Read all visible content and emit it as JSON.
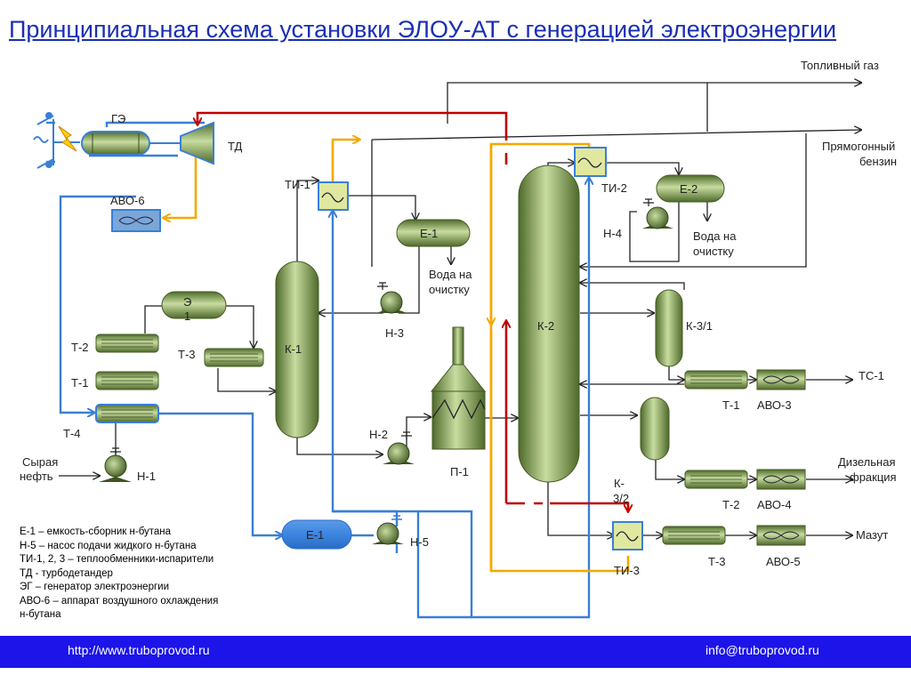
{
  "title": "Принципиальная схема установки ЭЛОУ-АТ с генерацией электроэнергии",
  "labels": {
    "ge": "ГЭ",
    "td": "ТД",
    "avo6": "АВО-6",
    "ti1": "ТИ-1",
    "ti2": "ТИ-2",
    "ti3": "ТИ-3",
    "e1_top": "Е-1",
    "e1_bottom": "Е-1",
    "e2": "Е-2",
    "e_line1": "Э",
    "e_line2": "1",
    "k1": "К-1",
    "k2": "К-2",
    "k31": "К-3/1",
    "k32_line1": "К-",
    "k32_line2": "3/2",
    "p1": "П-1",
    "n1": "Н-1",
    "n2": "Н-2",
    "n3": "Н-3",
    "n4": "Н-4",
    "n5": "Н-5",
    "t1_left": "Т-1",
    "t2_left": "Т-2",
    "t3_left": "Т-3",
    "t4_left": "Т-4",
    "t1_right": "Т-1",
    "t2_right": "Т-2",
    "t3_right": "Т-3",
    "avo3": "АВО-3",
    "avo4": "АВО-4",
    "avo5": "АВО-5",
    "fuel_gas": "Топливный газ",
    "naphtha_line1": "Прямогонный",
    "naphtha_line2": "бензин",
    "water1_line1": "Вода на",
    "water1_line2": "очистку",
    "water2_line1": "Вода на",
    "water2_line2": "очистку",
    "ts1": "ТС-1",
    "diesel_line1": "Дизельная",
    "diesel_line2": "фракция",
    "mazut": "Мазут",
    "crude_line1": "Сырая",
    "crude_line2": "нефть"
  },
  "legend": [
    "Е-1 – емкость-сборник н-бутана",
    "Н-5 – насос подачи жидкого н-бутана",
    "ТИ-1, 2, 3 – теплообменники-испарители",
    "ТД - турбодетандер",
    "ЭГ – генератор электроэнергии",
    "АВО-6 – аппарат воздушного охлаждения",
    "н-бутана"
  ],
  "footer": {
    "left": "http://www.truboprovod.ru",
    "right": "info@truboprovod.ru"
  },
  "colors": {
    "title": "#1a2fb4",
    "footer_bg": "#1c14e8",
    "butane_liquid": "#3a7fd5",
    "butane_vapor": "#f5a800",
    "hot_return": "#c00000",
    "equipment": "#8aa25a",
    "heat_exchanger": "#7aa6d8"
  }
}
